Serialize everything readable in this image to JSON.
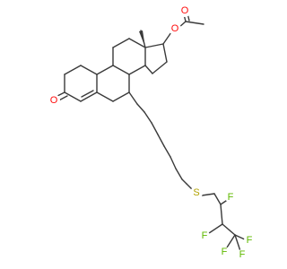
{
  "structure": {
    "colors": {
      "bond": "#3a3a3a",
      "oxygen": "#ff0d0d",
      "sulfur": "#b2a200",
      "fluorine": "#5fb800"
    },
    "atoms": {
      "ketone_o": "O",
      "ester_o": "O",
      "carbonyl_o": "O",
      "sulfur": "S",
      "f1": "F",
      "f2": "F",
      "f3": "F",
      "f4": "F",
      "f5": "F"
    }
  }
}
